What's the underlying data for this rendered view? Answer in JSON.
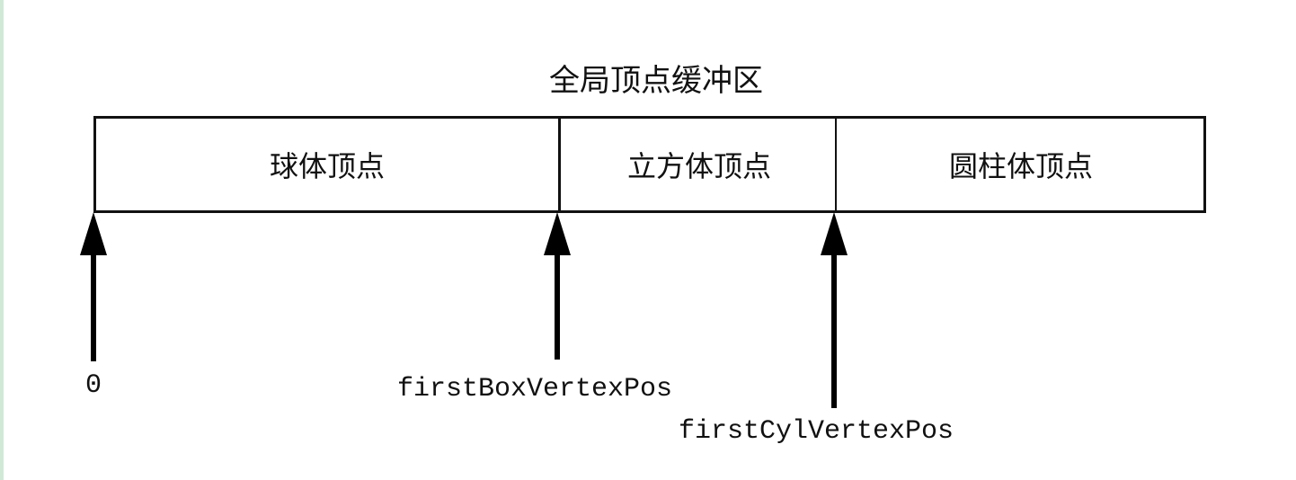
{
  "title": "全局顶点缓冲区",
  "segments": {
    "sphere": "球体顶点",
    "box": "立方体顶点",
    "cylinder": "圆柱体顶点"
  },
  "offsets": {
    "zero": "0",
    "box": "firstBoxVertexPos",
    "cylinder": "firstCylVertexPos"
  }
}
